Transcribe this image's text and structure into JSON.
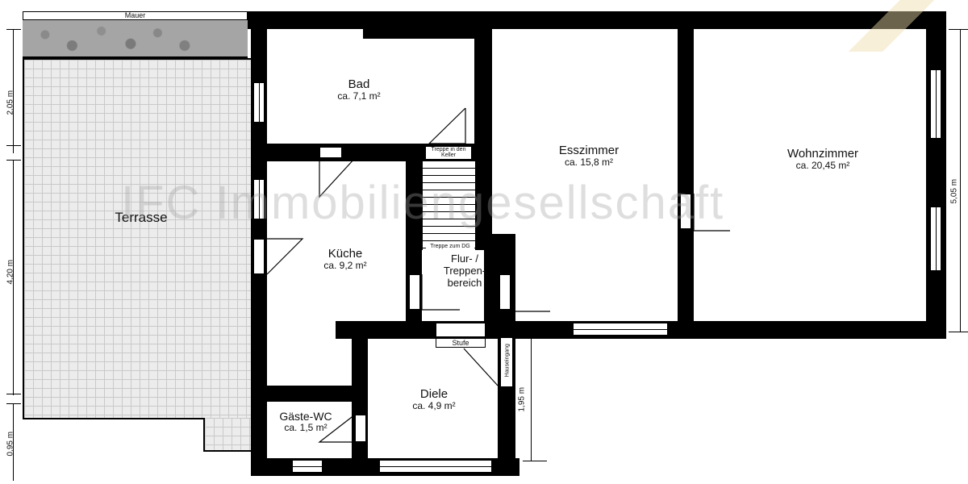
{
  "plan": {
    "watermark": "IFC Immobiliengesellschaft",
    "labels": {
      "wall": "Mauer",
      "stair_down": "Treppe in den Keller",
      "stair_up": "Treppe zum DG",
      "step": "Stufe",
      "entrance": "Hauseingang"
    },
    "rooms": {
      "terrace": {
        "name": "Terrasse",
        "area": ""
      },
      "bath": {
        "name": "Bad",
        "area": "ca. 7,1 m²"
      },
      "dining": {
        "name": "Esszimmer",
        "area": "ca. 15,8 m²"
      },
      "living": {
        "name": "Wohnzimmer",
        "area": "ca. 20,45 m²"
      },
      "kitchen": {
        "name": "Küche",
        "area": "ca. 9,2 m²"
      },
      "hall": {
        "name": "Flur- / Treppen-bereich",
        "area": ""
      },
      "hallway": {
        "name": "Diele",
        "area": "ca. 4,9 m²"
      },
      "guest_wc": {
        "name": "Gäste-WC",
        "area": "ca. 1,5 m²"
      }
    },
    "dimensions": {
      "left_top": "2,05 m",
      "left_mid": "4,20 m",
      "left_bottom": "0,95 m",
      "right": "5,05 m",
      "entrance": "1,95 m"
    },
    "colors": {
      "wall": "#000000",
      "tile": "#ececec",
      "gravel": "#a5a5a5"
    }
  }
}
